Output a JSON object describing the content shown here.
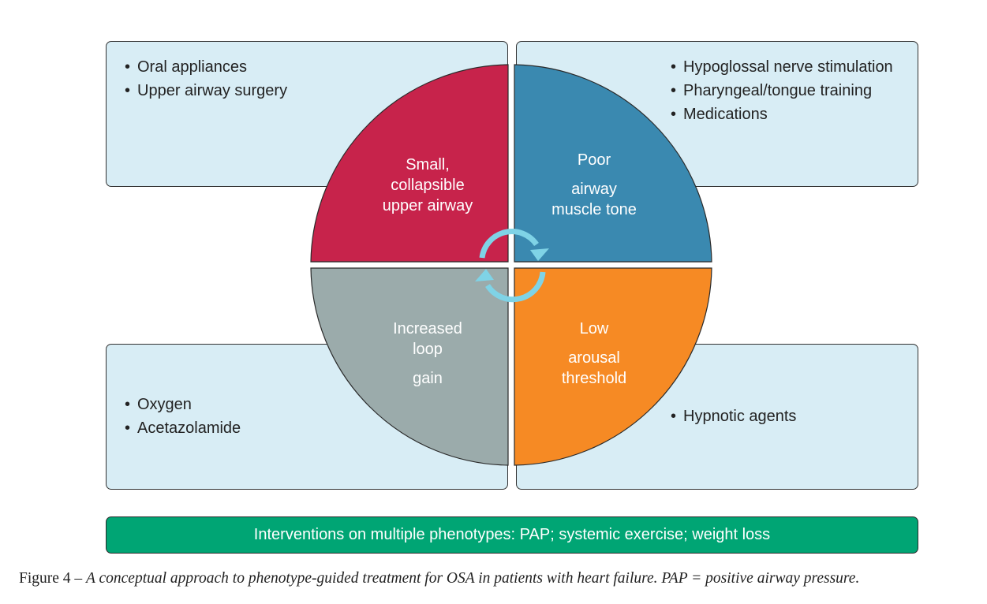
{
  "quadrants": {
    "top_left": {
      "label": [
        "Small,",
        "collapsible",
        "upper airway"
      ],
      "color": "#c7234b",
      "treatments": [
        "Oral appliances",
        "Upper airway surgery"
      ]
    },
    "top_right": {
      "label": [
        "Poor",
        "airway",
        "muscle tone"
      ],
      "color": "#3a89b0",
      "treatments": [
        "Hypoglossal nerve stimulation",
        "Pharyngeal/tongue training",
        "Medications"
      ]
    },
    "bottom_left": {
      "label": [
        "Increased",
        "loop",
        "gain"
      ],
      "color": "#9babab",
      "treatments": [
        "Oxygen",
        "Acetazolamide"
      ]
    },
    "bottom_right": {
      "label": [
        "Low",
        "arousal",
        "threshold"
      ],
      "color": "#f68a24",
      "treatments": [
        "Hypnotic agents"
      ]
    }
  },
  "box_color": "#d8edf5",
  "cycle_arrow_color": "#7fd3e6",
  "banner": {
    "text": "Interventions on multiple phenotypes: PAP; systemic exercise; weight loss",
    "color": "#00a574"
  },
  "caption": {
    "prefix": "Figure 4 – ",
    "text": "A conceptual approach to phenotype-guided treatment for OSA in patients with heart failure. PAP = positive airway pressure."
  }
}
